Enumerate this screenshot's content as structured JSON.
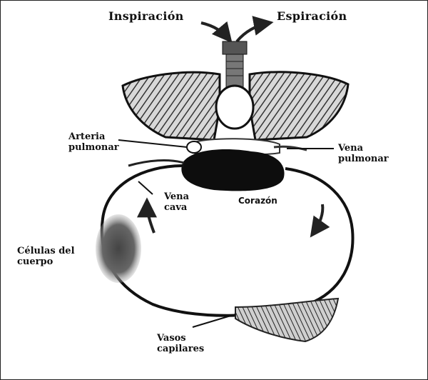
{
  "labels": {
    "inspiracion": "Inspiración",
    "espiracion": "Espiración",
    "arteria_pulmonar": [
      "Arteria",
      "pulmonar"
    ],
    "vena_pulmonar": [
      "Vena",
      "pulmonar"
    ],
    "vena_cava": [
      "Vena",
      "cava"
    ],
    "corazon": "Corazón",
    "celulas_del_cuerpo": [
      "Células del",
      "cuerpo"
    ],
    "vasos_capilares": [
      "Vasos",
      "capilares"
    ]
  }
}
